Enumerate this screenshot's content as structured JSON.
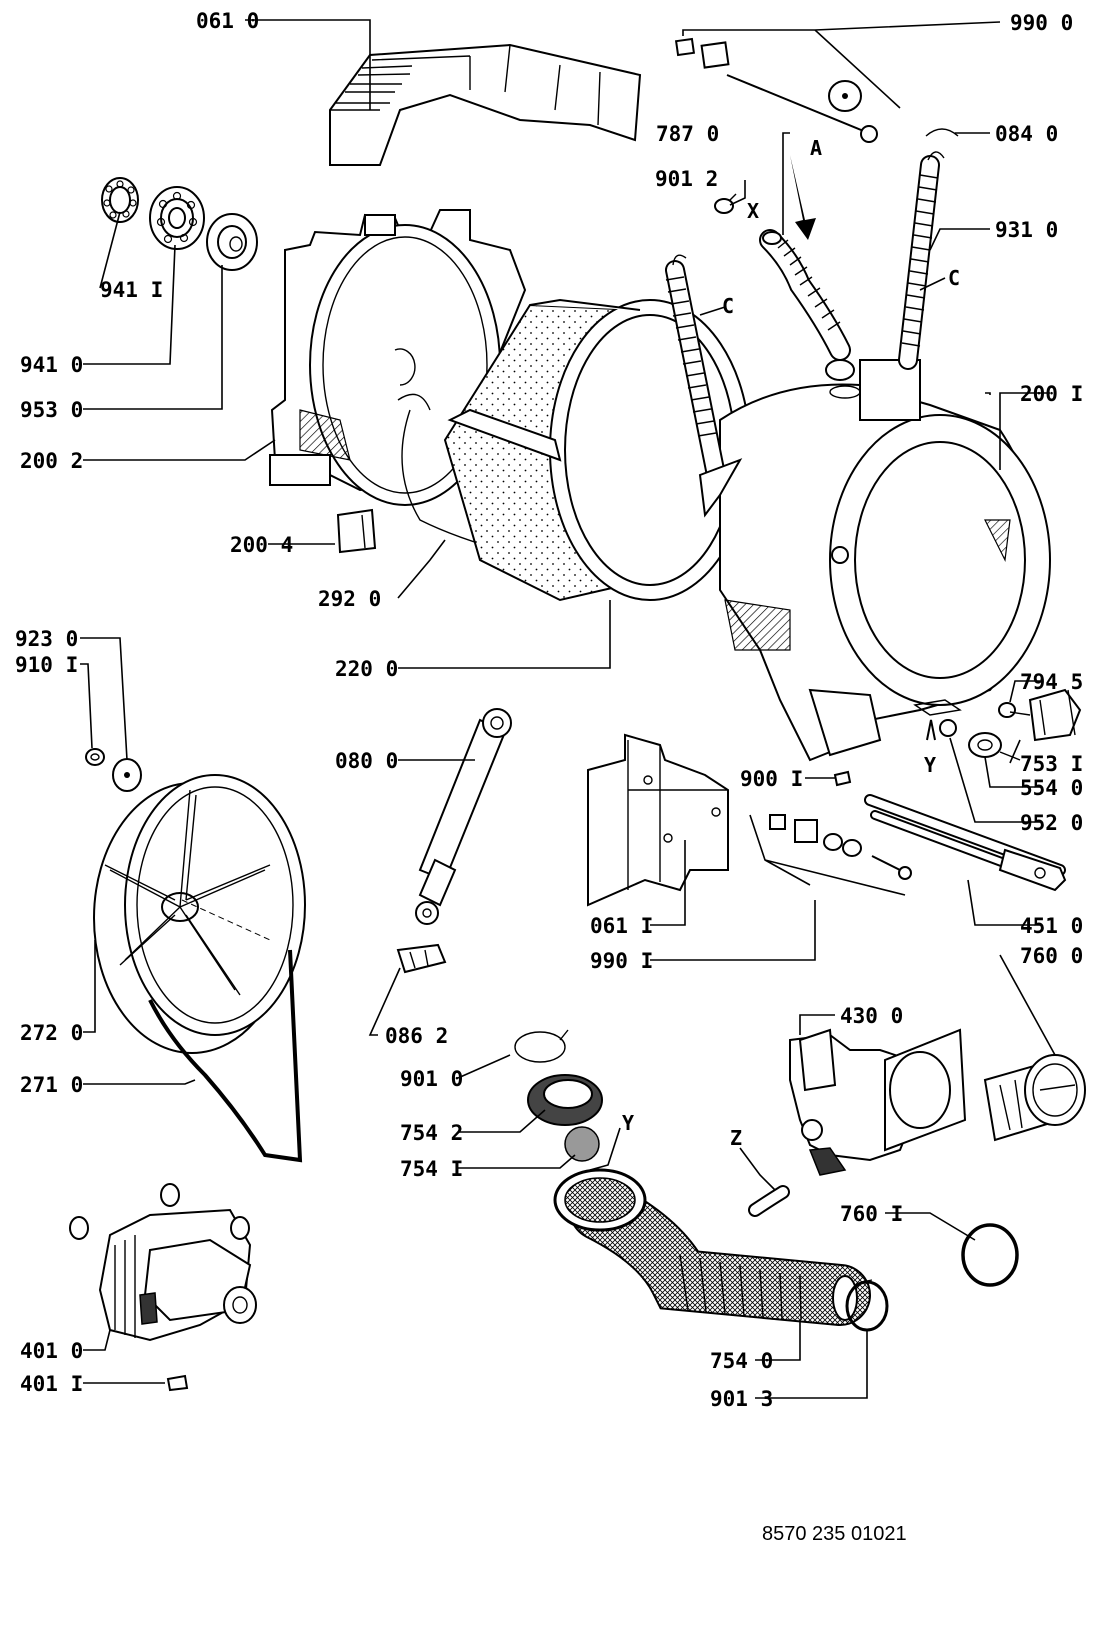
{
  "document_code": "8570 235 01021",
  "callouts": {
    "p0610": "061 0",
    "p9900": "990 0",
    "p0840": "084 0",
    "p7870": "787 0",
    "p9012": "901 2",
    "p9310": "931 0",
    "p9411": "941 I",
    "p9410": "941 0",
    "p9530": "953 0",
    "p2002": "200 2",
    "p2001": "200 I",
    "p2004": "200 4",
    "p2920": "292 0",
    "p2200": "220 0",
    "p9230": "923 0",
    "p9101": "910 I",
    "p0800": "080 0",
    "p9001": "900 I",
    "p7945": "794 5",
    "p7531": "753 I",
    "p5540": "554 0",
    "p9520": "952 0",
    "p4510": "451 0",
    "p0611": "061 I",
    "p9901": "990 I",
    "p7600": "760 0",
    "p4300": "430 0",
    "p0862": "086 2",
    "p2720": "272 0",
    "p2710": "271 0",
    "p9010": "901 0",
    "p7542": "754 2",
    "p7541": "754 I",
    "p7601": "760 I",
    "p4010": "401 0",
    "p4011": "401 I",
    "p7540": "754 0",
    "p9013": "901 3"
  },
  "marks": {
    "A": "A",
    "X": "X",
    "C1": "C",
    "C2": "C",
    "Y1": "Y",
    "Y2": "Y",
    "Z": "Z"
  },
  "icons": [
    "washing-machine-tub",
    "drum",
    "bearing",
    "spring",
    "shock-absorber",
    "pulley",
    "drive-belt",
    "motor",
    "drain-pump",
    "heating-element",
    "bellows-hose",
    "clamp"
  ]
}
